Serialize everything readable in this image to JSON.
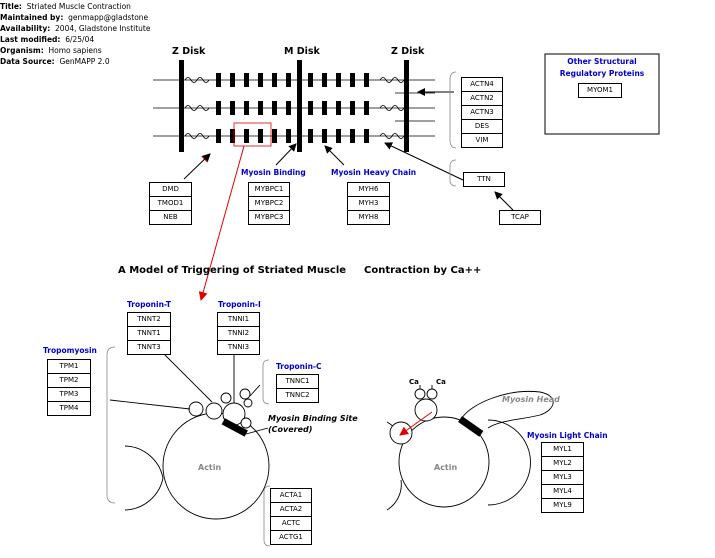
{
  "info": {
    "title_label": "Title:",
    "title": "Striated Muscle Contraction",
    "maintained_label": "Maintained by:",
    "maintained": "genmapp@gladstone",
    "availability_label": "Availability:",
    "availability": "2004, Gladstone Institute",
    "modified_label": "Last modified:",
    "modified": "6/25/04",
    "organism_label": "Organism:",
    "organism": "Homo sapiens",
    "source_label": "Data Source:",
    "source": "GenMAPP 2.0"
  },
  "sarcomere": {
    "zdisk_left": "Z Disk",
    "mdisk": "M Disk",
    "zdisk_right": "Z Disk"
  },
  "groups": {
    "actinin": [
      "ACTN4",
      "ACTN2",
      "ACTN3",
      "DES",
      "VIM"
    ],
    "ttn": [
      "TTN"
    ],
    "tcap": [
      "TCAP"
    ],
    "zdisk": [
      "DMD",
      "TMOD1",
      "NEB"
    ],
    "myosin_binding": {
      "label": "Myosin Binding",
      "genes": [
        "MYBPC1",
        "MYBPC2",
        "MYBPC3"
      ]
    },
    "myosin_heavy": {
      "label": "Myosin Heavy Chain",
      "genes": [
        "MYH6",
        "MYH3",
        "MYH8"
      ]
    },
    "other": {
      "label_line1": "Other Structural",
      "label_line2": "Regulatory Proteins",
      "genes": [
        "MYOM1"
      ]
    }
  },
  "model": {
    "title_left": "A Model of Triggering of Striated Muscle",
    "title_right": "Contraction by Ca++",
    "troponin_t": {
      "label": "Troponin-T",
      "genes": [
        "TNNT2",
        "TNNT1",
        "TNNT3"
      ]
    },
    "troponin_i": {
      "label": "Troponin-I",
      "genes": [
        "TNNI1",
        "TNNI2",
        "TNNI3"
      ]
    },
    "troponin_c": {
      "label": "Troponin-C",
      "genes": [
        "TNNC1",
        "TNNC2"
      ]
    },
    "tropomyosin": {
      "label": "Tropomyosin",
      "genes": [
        "TPM1",
        "TPM2",
        "TPM3",
        "TPM4"
      ]
    },
    "actin_genes": [
      "ACTA1",
      "ACTA2",
      "ACTC",
      "ACTG1"
    ],
    "myosin_light": {
      "label": "Myosin Light Chain",
      "genes": [
        "MYL1",
        "MYL2",
        "MYL3",
        "MYL4",
        "MYL9"
      ]
    },
    "binding_site_line1": "Myosin Binding Site",
    "binding_site_line2": "(Covered)",
    "actin_left": "Actin",
    "actin_right": "Actin",
    "myosin_head": "Myosin Head",
    "ca1": "Ca",
    "ca2": "Ca"
  },
  "colors": {
    "label_blue": "#0000cc",
    "arrow_red": "#e00000",
    "grey_text": "#888888"
  }
}
